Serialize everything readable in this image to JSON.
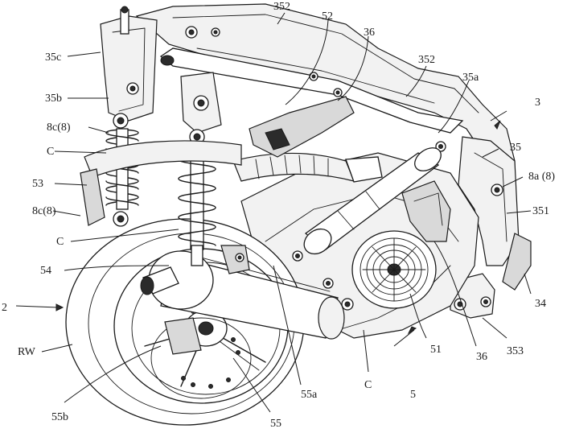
{
  "labels": {
    "l352_top": "352",
    "l52": "52",
    "l36_top": "36",
    "l35c": "35c",
    "l352_right": "352",
    "l35a": "35a",
    "l3": "3",
    "l35b": "35b",
    "l35": "35",
    "l8c_top": "8c(8)",
    "l8a": "8a (8)",
    "lC_top": "C",
    "l351": "351",
    "l53": "53",
    "l8c_left": "8c(8)",
    "lC_mid": "C",
    "l54": "54",
    "l34": "34",
    "l2": "2",
    "lRW": "RW",
    "l353": "353",
    "l51": "51",
    "l36_bottom": "36",
    "lC_bottom": "C",
    "l5": "5",
    "l55a": "55a",
    "l55b": "55b",
    "l55": "55"
  }
}
